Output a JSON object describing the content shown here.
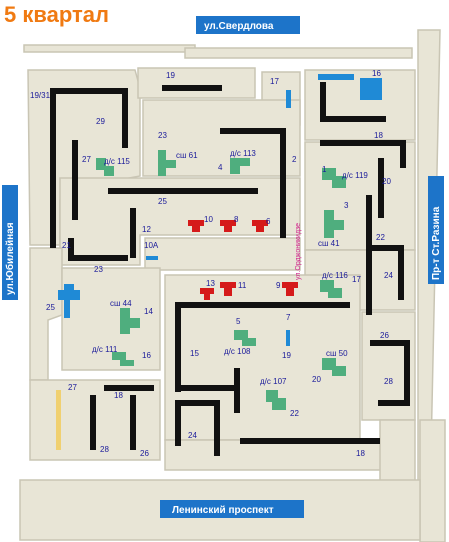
{
  "title": "5 квартал",
  "colors": {
    "background": "#ffffff",
    "block": "#e8e5d6",
    "block_stroke": "#c9c5b4",
    "residential": "#111111",
    "green_building": "#4fae7e",
    "red_building": "#d51a1a",
    "blue_building": "#1f8ad6",
    "yellow_building": "#f0d070",
    "street_label_bg": "#1d74c9",
    "title": "#f07a12",
    "number_label": "#1a1a9a",
    "pink_street": "#d0208a"
  },
  "streets": {
    "sverdlova": "ул.Свердлова",
    "yubileynaya": "ул.Юбилейная",
    "razina": "Пр-т Ст.Разина",
    "leninsky": "Ленинский проспект",
    "ordzhonikidze": "ул.Орджоникидзе"
  },
  "labels": {
    "b19_31": "19/31",
    "b29": "29",
    "b19": "19",
    "b17a": "17",
    "b16": "16",
    "b23a": "23",
    "b2": "2",
    "b18a": "18",
    "b27a": "27",
    "b4": "4",
    "b1": "1",
    "b20a": "20",
    "b25a": "25",
    "b12": "12",
    "b10": "10",
    "b8": "8",
    "b6": "6",
    "b3": "3",
    "b22a": "22",
    "b21": "21",
    "b10a": "10А",
    "b23b": "23",
    "b24a": "24",
    "b13": "13",
    "b11": "11",
    "b9": "9",
    "b17b": "17",
    "b25b": "25",
    "b14": "14",
    "b7": "7",
    "b5": "5",
    "b26a": "26",
    "b16b": "16",
    "b15": "15",
    "b19b": "19",
    "b20b": "20",
    "b28a": "28",
    "b27b": "27",
    "b18b": "18",
    "b22b": "22",
    "b24b": "24",
    "b28b": "28",
    "b26b": "26",
    "b18c": "18"
  },
  "facilities": {
    "ds115": "д/с 115",
    "sh61": "сш 61",
    "ds113": "д/с 113",
    "ds119": "д/с 119",
    "sh41": "сш 41",
    "ds116": "д/с 116",
    "sh44": "сш 44",
    "ds111": "д/с 111",
    "ds108": "д/с 108",
    "sh50": "сш 50",
    "ds107": "д/с 107"
  }
}
